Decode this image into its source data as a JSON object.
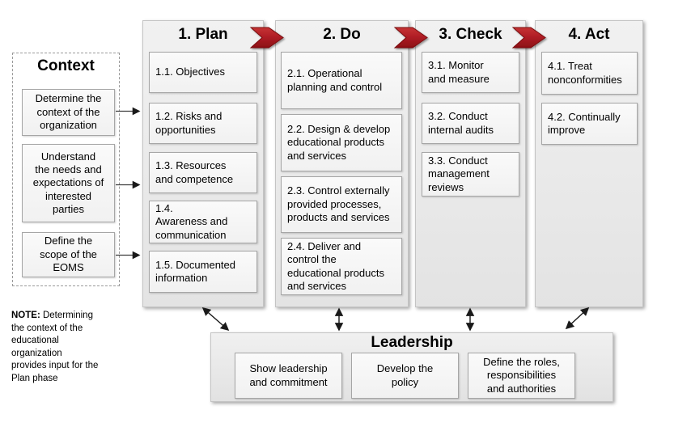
{
  "context": {
    "title": "Context",
    "items": [
      {
        "label": "Determine the\ncontext of the\norganization"
      },
      {
        "label": "Understand\nthe needs and\nexpectations of\ninterested\nparties"
      },
      {
        "label": "Define the\nscope of the\nEOMS"
      }
    ]
  },
  "columns": [
    {
      "header": "1. Plan",
      "items": [
        {
          "label": "1.1. Objectives"
        },
        {
          "label": "1.2. Risks and\nopportunities"
        },
        {
          "label": "1.3. Resources\nand competence"
        },
        {
          "label": "1.4.\nAwareness and\ncommunication"
        },
        {
          "label": "1.5. Documented\ninformation"
        }
      ]
    },
    {
      "header": "2. Do",
      "items": [
        {
          "label": "2.1. Operational\nplanning and control"
        },
        {
          "label": "2.2. Design & develop\neducational products\nand services"
        },
        {
          "label": "2.3. Control externally\nprovided processes,\nproducts and services"
        },
        {
          "label": "2.4. Deliver and\ncontrol the\neducational products\nand services"
        }
      ]
    },
    {
      "header": "3. Check",
      "items": [
        {
          "label": "3.1. Monitor\nand measure"
        },
        {
          "label": "3.2. Conduct\ninternal audits"
        },
        {
          "label": "3.3. Conduct\nmanagement\nreviews"
        }
      ]
    },
    {
      "header": "4. Act",
      "items": [
        {
          "label": "4.1. Treat\nnonconformities"
        },
        {
          "label": "4.2. Continually\nimprove"
        }
      ]
    }
  ],
  "leadership": {
    "title": "Leadership",
    "items": [
      {
        "label": "Show leadership\nand commitment"
      },
      {
        "label": "Develop the\npolicy"
      },
      {
        "label": "Define the roles,\nresponsibilities\nand authorities"
      }
    ]
  },
  "note": {
    "prefix": "NOTE:",
    "body": " Determining\nthe context of the\neducational\norganization\nprovides input for the\nPlan phase"
  },
  "colors": {
    "chevron_red_light": "#c63434",
    "chevron_red": "#b01e26",
    "chevron_red_dark": "#8c0f16",
    "chevron_border": "#7a0c10",
    "connector_black": "#1a1a1a",
    "panel_gray": "#e9e9e9",
    "item_box_gray": "#f6f6f6"
  }
}
